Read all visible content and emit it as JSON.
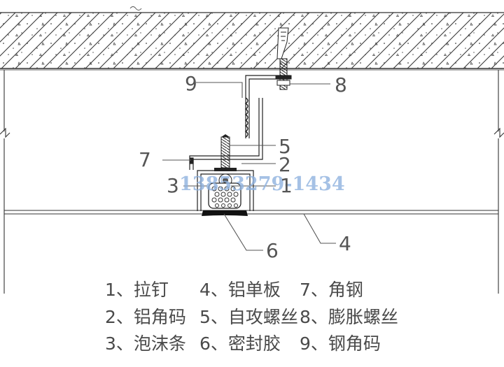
{
  "watermark": "13853279-1434",
  "callouts": {
    "c1": "1",
    "c2": "2",
    "c3": "3",
    "c4": "4",
    "c5": "5",
    "c6": "6",
    "c7": "7",
    "c8": "8",
    "c9": "9"
  },
  "legend": [
    [
      "1、拉钉",
      "4、铝单板",
      "7、角钢"
    ],
    [
      "2、铝角码",
      "5、自攻螺丝",
      "8、膨胀螺丝"
    ],
    [
      "3、泡沫条",
      "6、密封胶",
      "9、钢角码"
    ]
  ]
}
